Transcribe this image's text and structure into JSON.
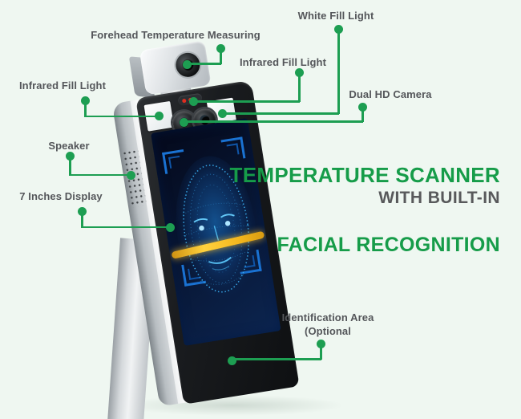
{
  "headline": {
    "line1": "TEMPERATURE SCANNER",
    "line2": "WITH BUILT-IN",
    "line3": "FACIAL RECOGNITION"
  },
  "callouts": {
    "white_fill_light": "White Fill Light",
    "forehead_temperature": "Forehead Temperature Measuring",
    "infrared_fill_light_right": "Infrared Fill Light",
    "dual_hd_camera": "Dual HD Camera",
    "infrared_fill_light_left": "Infrared Fill Light",
    "speaker": "Speaker",
    "seven_inches_display": "7 Inches Display",
    "identification_area_line1": "Identification Area",
    "identification_area_line2": "(Optional"
  },
  "colors": {
    "background": "#eff7f1",
    "accent_green_lines": "#1d9e52",
    "heading_green": "#169c49",
    "heading_gray": "#58595b",
    "label_gray": "#54565a",
    "scan_bar_yellow": "#f2b51c",
    "face_wireframe_blue": "#2f93d6",
    "screen_navy": "#081633",
    "led_red": "#df2d1e"
  }
}
